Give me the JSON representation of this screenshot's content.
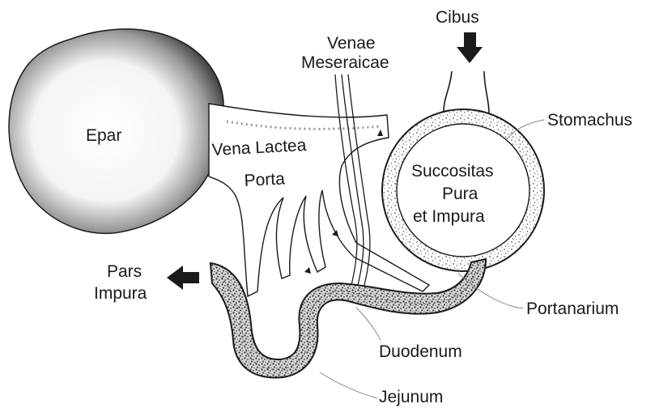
{
  "labels": {
    "cibus": "Cibus",
    "venae_line1": "Venae",
    "venae_line2": "Meseraicae",
    "epar": "Epar",
    "vena_line1": "Vena Lactea",
    "vena_line2": "Porta",
    "stomachus": "Stomachus",
    "succositas_line1": "Succositas",
    "succositas_line2": "Pura",
    "succositas_line3": "et Impura",
    "pars_line1": "Pars",
    "pars_line2": "Impura",
    "portanarium": "Portanarium",
    "duodenum": "Duodenum",
    "jejunum": "Jejunum"
  },
  "colors": {
    "ink": "#1a1a1a",
    "stipple": "#5a5a5a",
    "paper": "#ffffff"
  },
  "icons": {
    "cibus_arrow": "arrow-down-icon",
    "pars_arrow": "arrow-left-icon"
  }
}
